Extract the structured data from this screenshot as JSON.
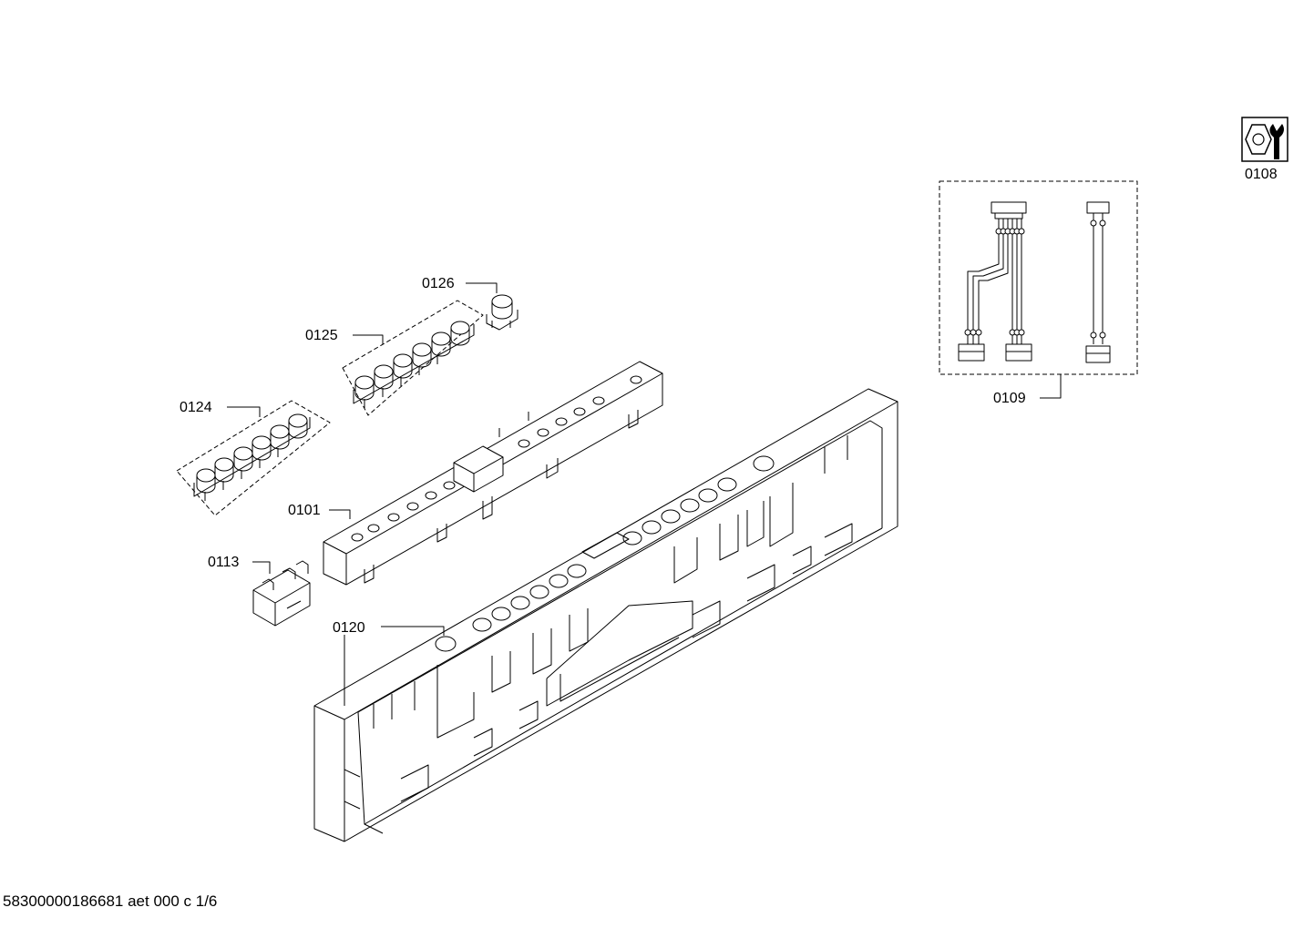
{
  "labels": {
    "p0101": "0101",
    "p0108": "0108",
    "p0109": "0109",
    "p0113": "0113",
    "p0120": "0120",
    "p0124": "0124",
    "p0125": "0125",
    "p0126": "0126"
  },
  "footer": "58300000186681 aet 000 c 1/6",
  "icons": {
    "service": "wrench-nut-icon"
  }
}
